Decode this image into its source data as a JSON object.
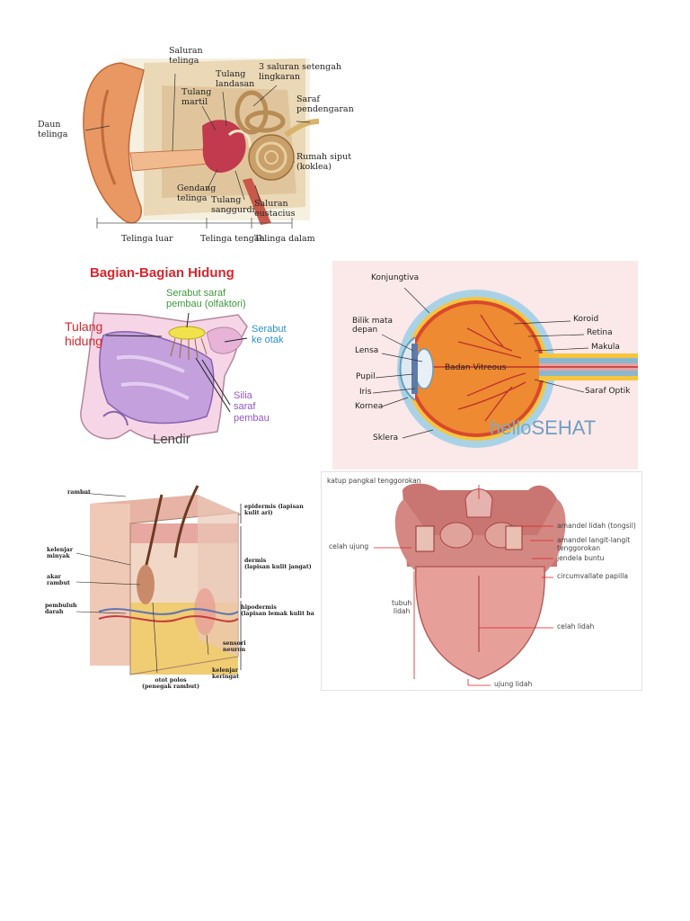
{
  "ear": {
    "saluran_telinga": "Saluran\ntelinga",
    "tulang_landasan": "Tulang\nlandasan",
    "saluran_setengah": "3 saluran setengah\nlingkaran",
    "tulang_martil": "Tulang\nmartil",
    "saraf_pendengaran": "Saraf\npendengaran",
    "daun_telinga": "Daun\ntelinga",
    "rumah_siput": "Rumah siput\n(koklea)",
    "gendang_telinga": "Gendang\ntelinga",
    "tulang_sanggurdi": "Tulang\nsanggurdi",
    "saluran_eustacius": "Saluran\neustacius",
    "telinga_luar": "Telinga luar",
    "telinga_tengah": "Telinga tengah",
    "telinga_dalam": "Telinga dalam"
  },
  "nose": {
    "title": "Bagian-Bagian Hidung",
    "serabut_pembau": "Serabut saraf\npembau (olfaktori)",
    "tulang_hidung": "Tulang\nhidung",
    "serabut_otak": "Serabut saraf\nke otak",
    "silia": "Silia\nsaraf\npembau",
    "lendir": "Lendir"
  },
  "eye": {
    "konjungtiva": "Konjungtiva",
    "bilik_mata": "Bilik mata\ndepan",
    "koroid": "Koroid",
    "retina": "Retina",
    "lensa": "Lensa",
    "makula": "Makula",
    "badan_vitreous": "Badan Vitreous",
    "pupil": "Pupil",
    "iris": "Iris",
    "saraf_optik": "Saraf Optik",
    "kornea": "Kornea",
    "sklera": "Sklera",
    "logo_hello": "hello",
    "logo_sehat": "SEHAT"
  },
  "skin": {
    "rambut": "rambut",
    "epidermis": "epidermis (lapisan\nkulit ari)",
    "kelenjar_minyak": "kelenjar\nminyak",
    "akar_rambut": "akar\nrambut",
    "dermis": "dermis\n(lapisan kulit jangat)",
    "pembuluh_darah": "pembuluh\ndarah",
    "hipodermis": "hipodermis\n(lapisan lemak kulit bawah)",
    "sensori_neuron": "sensori\nneuron",
    "kelenjar_keringat": "kelenjar\nkeringat",
    "otot_polos": "otot polos\n(penegak rambut)"
  },
  "tongue": {
    "katup": "katup pangkal tenggorokan",
    "amandel_lidah": "amandel lidah (tongsil)",
    "amandel_langit": "amandel langit-langit\ntenggorokan",
    "celah_ujung": "celah ujung",
    "jendela_buntu": "jendela buntu",
    "circumvallate": "circumvallate papilla",
    "tubuh_lidah": "tubuh\nlidah",
    "celah_lidah": "celah lidah",
    "ujung_lidah": "ujung lidah"
  },
  "colors": {
    "nose_title": "#d8262d",
    "nose_green": "#3c9a3c",
    "nose_blue": "#2a8fd0",
    "nose_red": "#d8262d",
    "nose_purple": "#9455c6",
    "tongue_red": "#d22"
  }
}
